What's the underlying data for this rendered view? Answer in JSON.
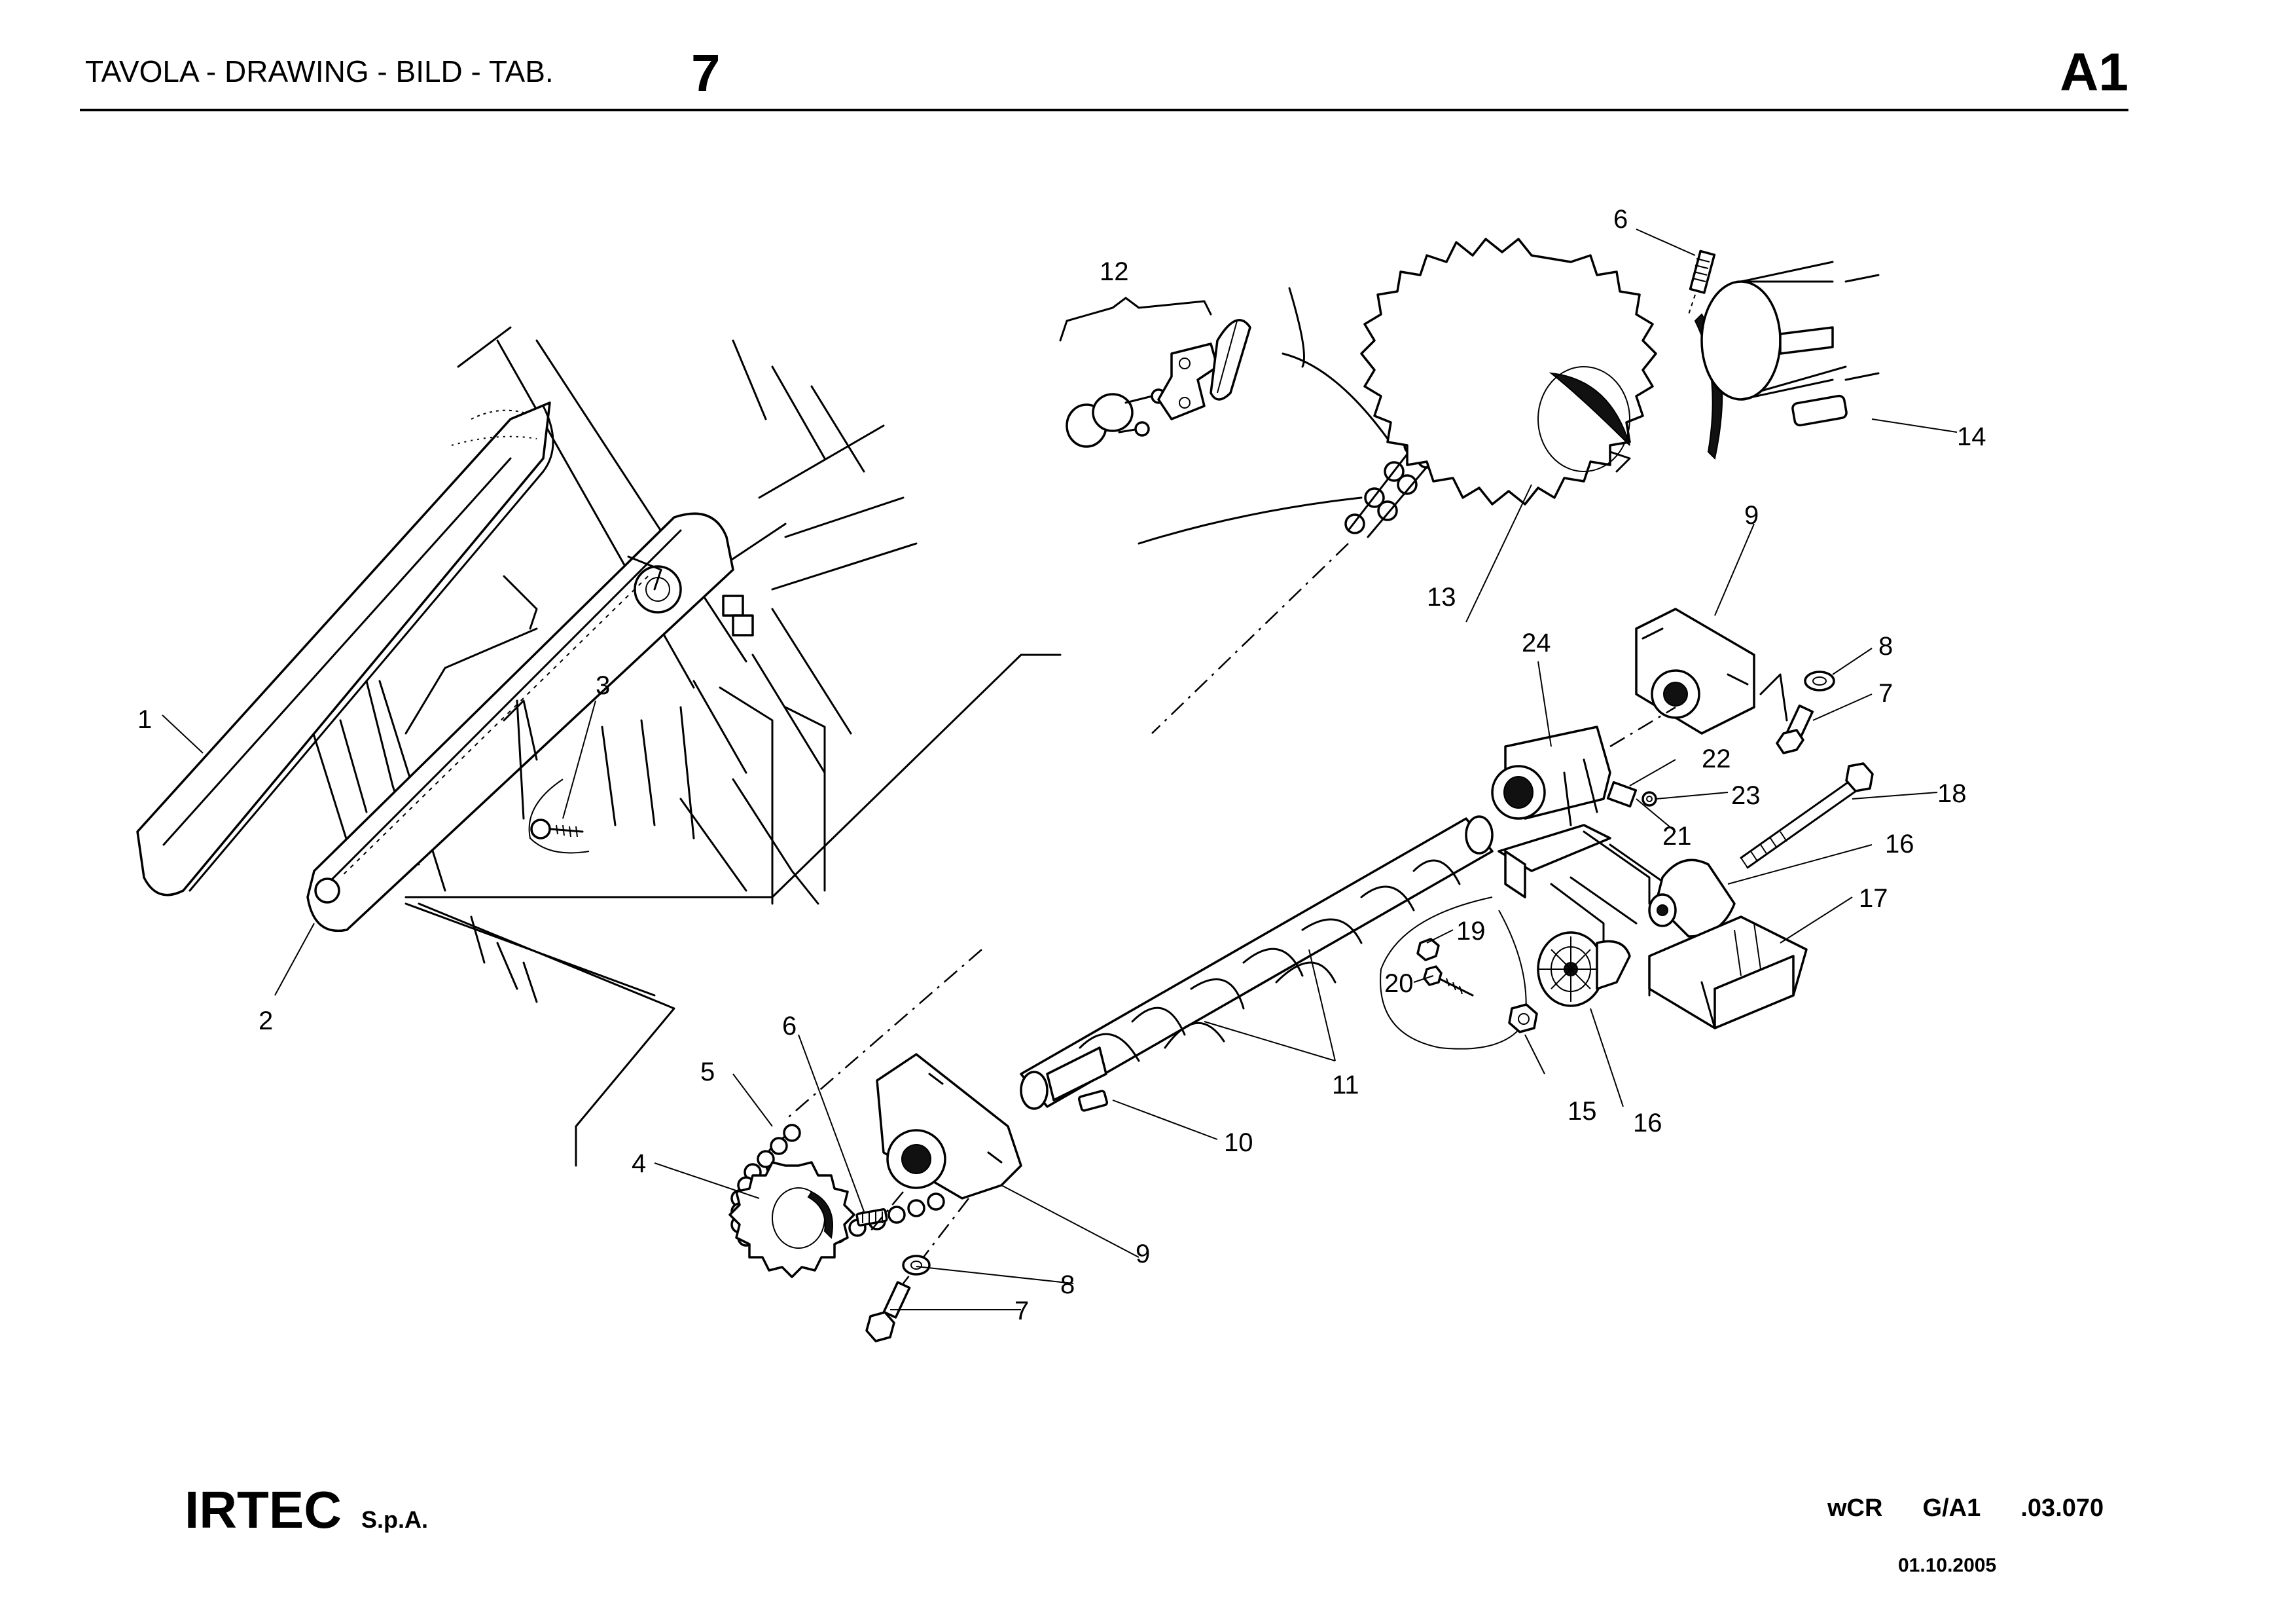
{
  "header": {
    "label": "TAVOLA - DRAWING - BILD - TAB.",
    "table_number": "7",
    "section_code": "A1"
  },
  "footer": {
    "company": "IRTEC",
    "company_suffix": "S.p.A.",
    "document_code": "wCR  G/A1  .03.070",
    "date": "01.10.2005"
  },
  "callouts": {
    "c1": "1",
    "c2": "2",
    "c3": "3",
    "c4": "4",
    "c5": "5",
    "c6a": "6",
    "c6b": "6",
    "c7a": "7",
    "c7b": "7",
    "c8a": "8",
    "c8b": "8",
    "c9a": "9",
    "c9b": "9",
    "c10": "10",
    "c11": "11",
    "c12": "12",
    "c13": "13",
    "c14": "14",
    "c15": "15",
    "c16a": "16",
    "c16b": "16",
    "c17": "17",
    "c18": "18",
    "c19": "19",
    "c20": "20",
    "c21": "21",
    "c22": "22",
    "c23": "23",
    "c24": "24"
  }
}
